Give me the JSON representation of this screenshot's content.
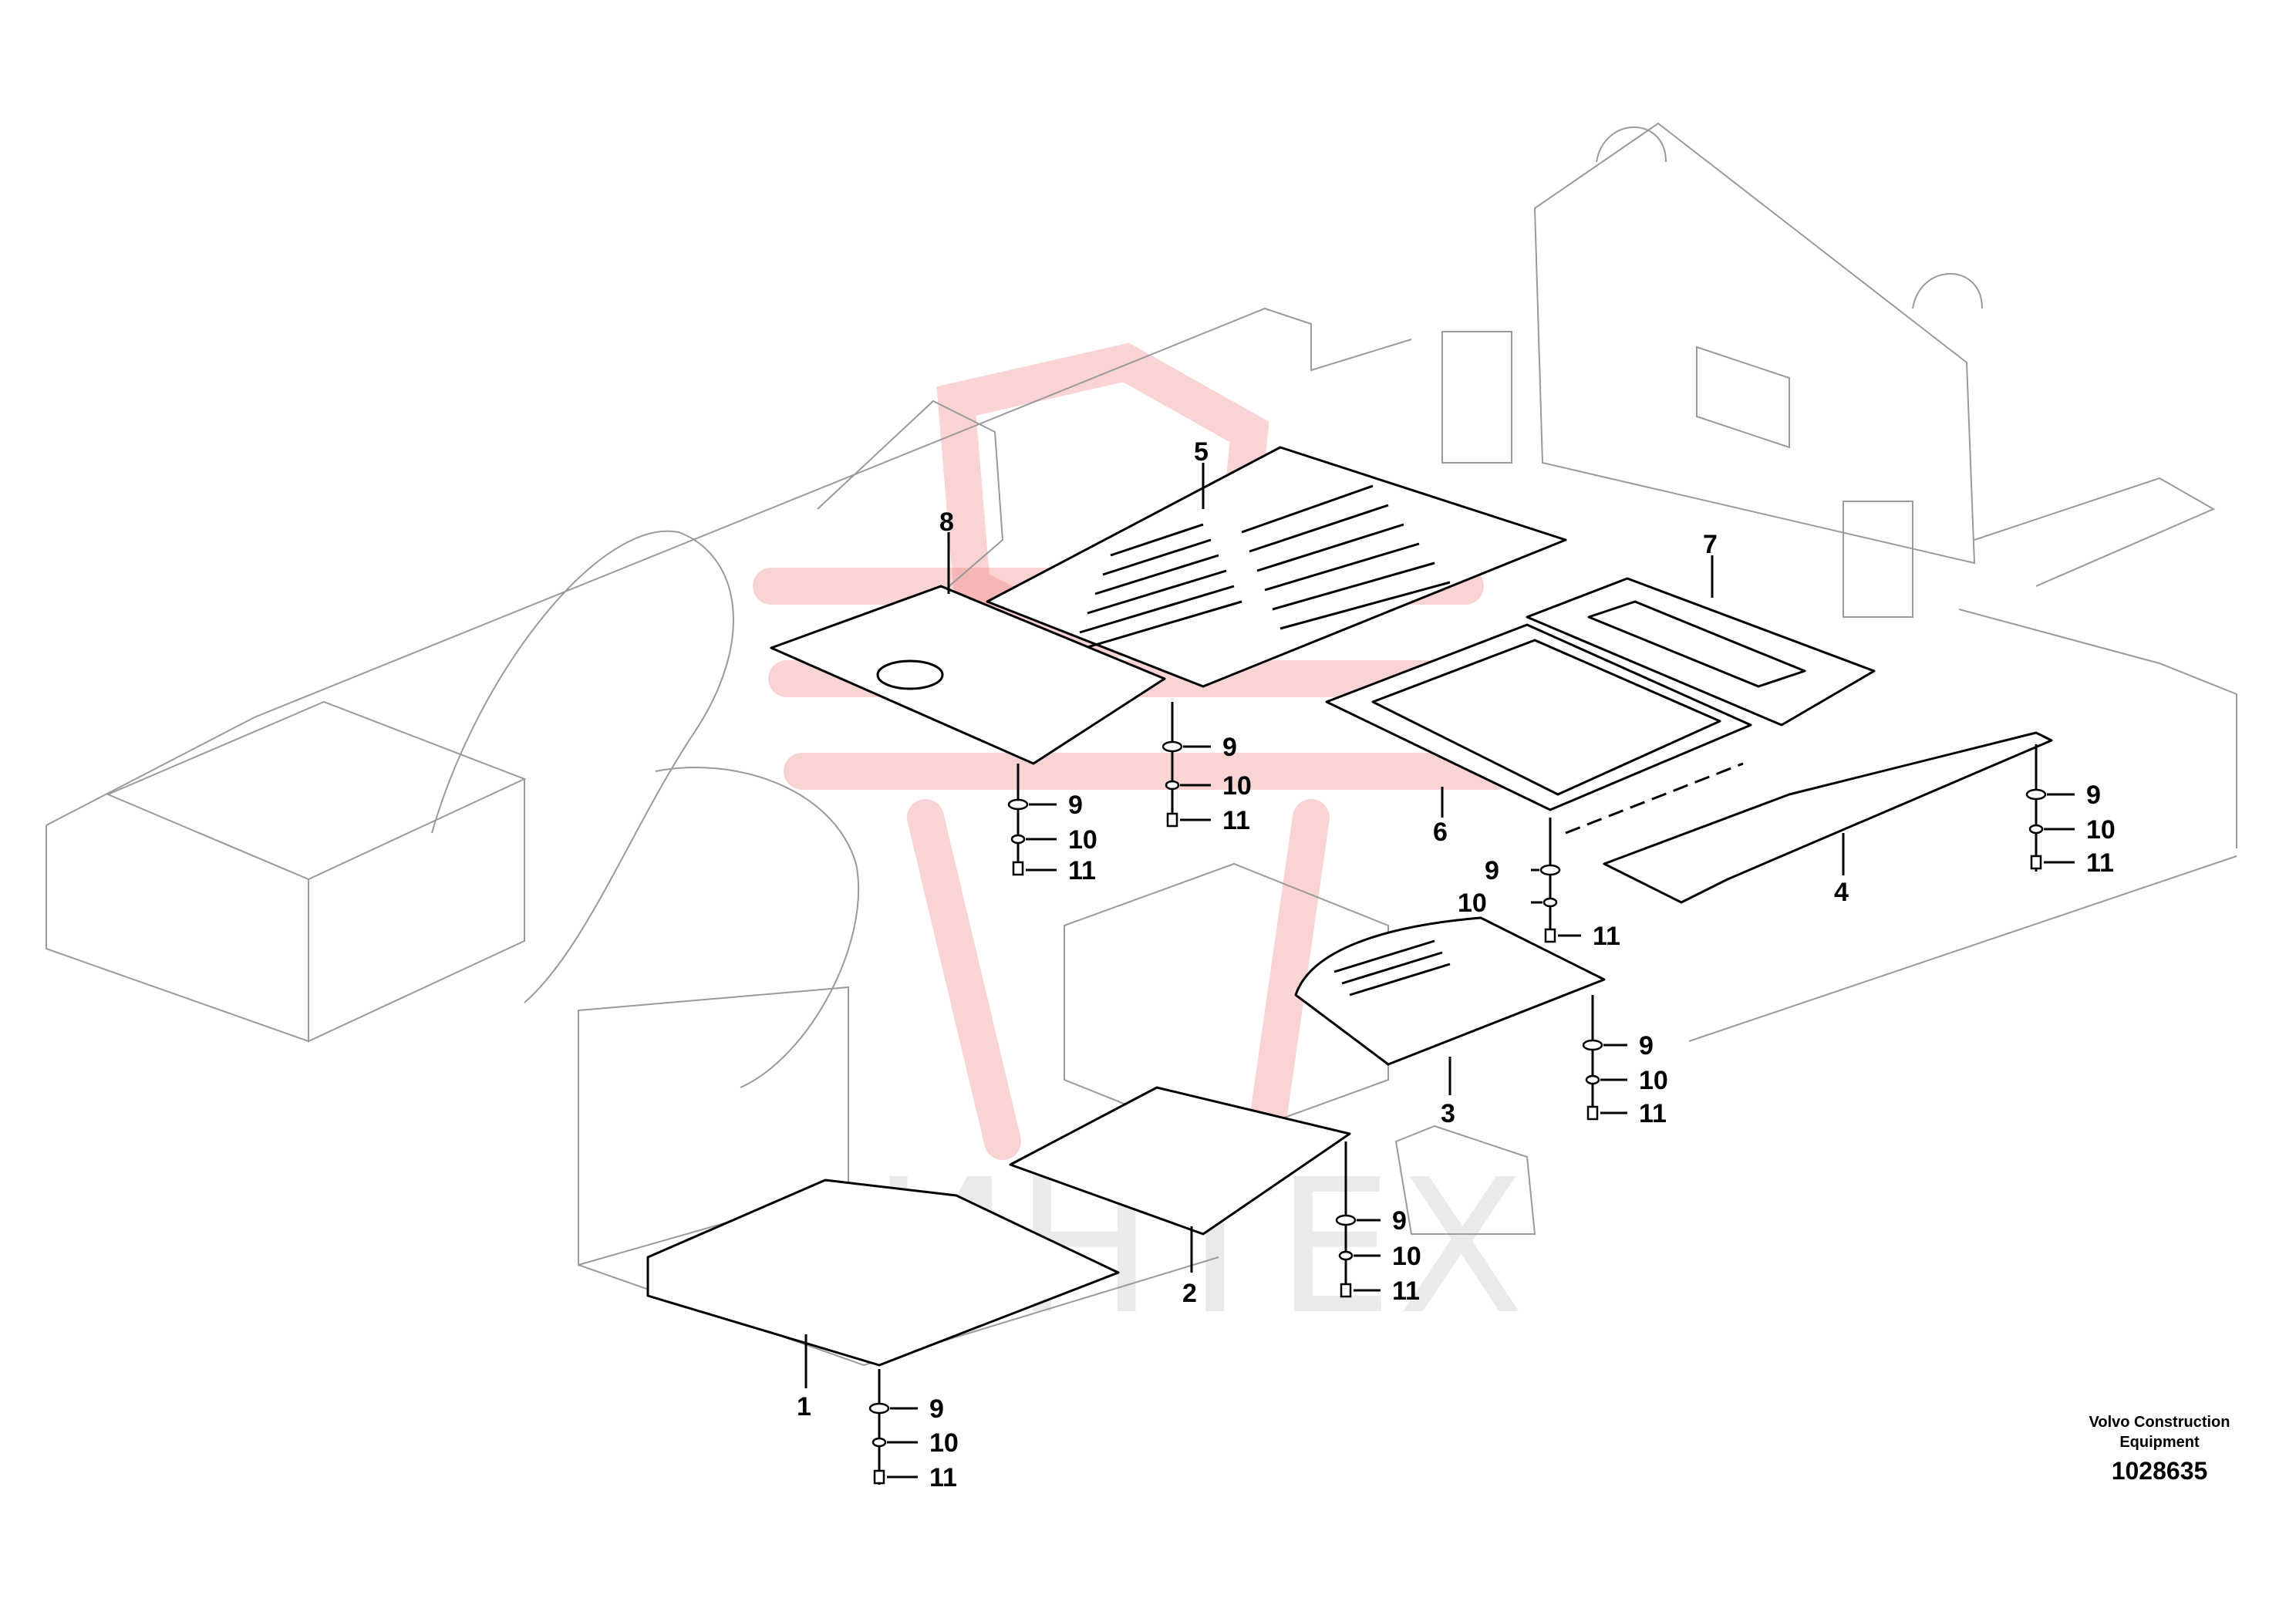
{
  "footer": {
    "company_line1": "Volvo Construction",
    "company_line2": "Equipment",
    "drawing_id": "1028635"
  },
  "watermark": {
    "text": "ИНТЕХ",
    "logo_color": "#f08080"
  },
  "callouts": {
    "c1": "1",
    "c2": "2",
    "c3": "3",
    "c4": "4",
    "c5": "5",
    "c6": "6",
    "c7": "7",
    "c8": "8",
    "p1_9": "9",
    "p1_10": "10",
    "p1_11": "11",
    "p2_9": "9",
    "p2_10": "10",
    "p2_11": "11",
    "p3_9": "9",
    "p3_10": "10",
    "p3_11": "11",
    "p4_9": "9",
    "p4_10": "10",
    "p4_11": "11",
    "p6_9": "9",
    "p6_10": "10",
    "p6_11": "11",
    "p8_9": "9",
    "p8_10": "10",
    "p8_11": "11",
    "p5_9": "9",
    "p5_10": "10",
    "p5_11": "11"
  }
}
